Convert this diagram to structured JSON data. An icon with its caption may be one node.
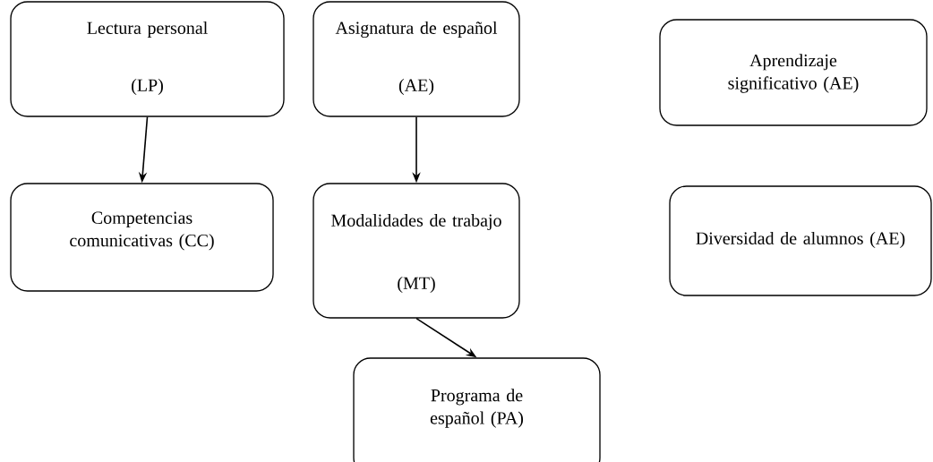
{
  "diagram": {
    "nodes": [
      {
        "text": [
          "Lectura personal",
          "(LP)"
        ]
      },
      {
        "text": [
          "Asignatura de español",
          "(AE)"
        ]
      },
      {
        "text": [
          "Aprendizaje significativo (AE)"
        ]
      },
      {
        "text": [
          "Competencias comunicativas (CC)"
        ]
      },
      {
        "text": [
          "Modalidades de trabajo",
          "(MT)"
        ]
      },
      {
        "text": [
          "Diversidad de alumnos (AE)"
        ]
      },
      {
        "text": [
          "Programa de español (PA)"
        ]
      }
    ],
    "edges": [
      {
        "from": 0,
        "to": 3,
        "arrow": "to"
      },
      {
        "from": 1,
        "to": 4,
        "arrow": "to"
      },
      {
        "from": 4,
        "to": 6,
        "arrow": "to"
      }
    ]
  }
}
